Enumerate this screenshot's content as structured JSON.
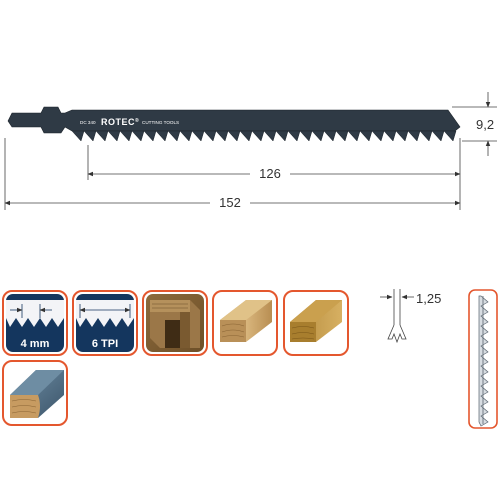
{
  "blade": {
    "code": "DC 340",
    "brand": "ROTEC",
    "trademark": "®",
    "tagline": "CUTTING TOOLS"
  },
  "dimensions": {
    "blade_width": "9,2",
    "cutting_length": "126",
    "total_length": "152",
    "kerf_thickness": "1,25"
  },
  "specs": {
    "tooth_pitch": "4 mm",
    "teeth_per_inch": "6 TPI"
  },
  "icons": {
    "materials": [
      "wood-joint-icon",
      "softwood-board-icon",
      "hardwood-board-icon",
      "laminated-countertop-icon"
    ],
    "frame_color": "#e4572e",
    "badge_color": "#14365e",
    "blade_color": "#2f3a45"
  }
}
